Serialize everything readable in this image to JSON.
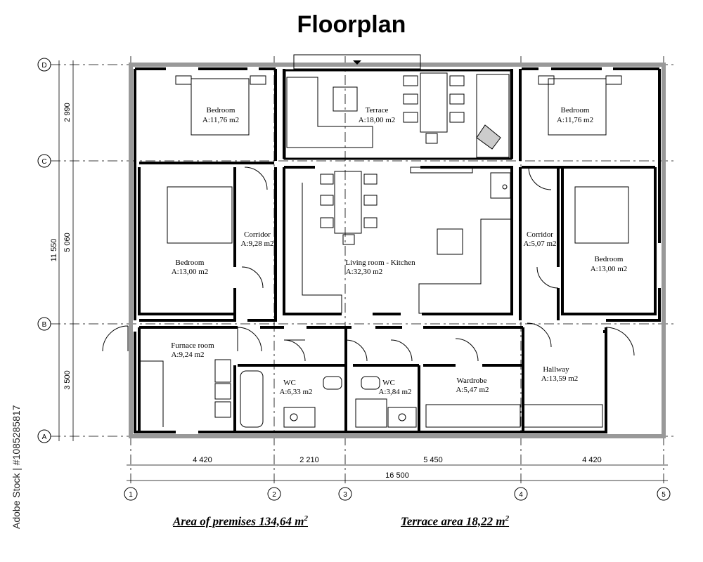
{
  "title": "Floorplan",
  "rooms": [
    {
      "name": "Bedroom",
      "area": "A:11,76 m2"
    },
    {
      "name": "Terrace",
      "area": "A:18,00 m2"
    },
    {
      "name": "Bedroom",
      "area": "A:11,76 m2"
    },
    {
      "name": "Corridor",
      "area": "A:9,28 m2"
    },
    {
      "name": "Living room - Kitchen",
      "area": "A:32,30 m2"
    },
    {
      "name": "Corridor",
      "area": "A:5,07 m2"
    },
    {
      "name": "Bedroom",
      "area": "A:13,00 m2"
    },
    {
      "name": "Bedroom",
      "area": "A:13,00 m2"
    },
    {
      "name": "Furnace room",
      "area": "A:9,24 m2"
    },
    {
      "name": "WC",
      "area": "A:6,33 m2"
    },
    {
      "name": "WC",
      "area": "A:3,84 m2"
    },
    {
      "name": "Wardrobe",
      "area": "A:5,47 m2"
    },
    {
      "name": "Hallway",
      "area": "A:13,59 m2"
    }
  ],
  "dimensions": {
    "horizontal": [
      "4 420",
      "2 210",
      "5 450",
      "4 420"
    ],
    "horizontal_total": "16 500",
    "vertical": [
      "2 990",
      "5 060",
      "3 500"
    ],
    "vertical_total": "11 550"
  },
  "axes": {
    "columns": [
      "1",
      "2",
      "3",
      "4",
      "5"
    ],
    "rows": [
      "D",
      "C",
      "B",
      "A"
    ]
  },
  "summary": {
    "premises_label": "Area of premises 134,64 m",
    "terrace_label": "Terrace area 18,22 m",
    "superscript": "2"
  },
  "credit": "Adobe Stock | #1085285817"
}
